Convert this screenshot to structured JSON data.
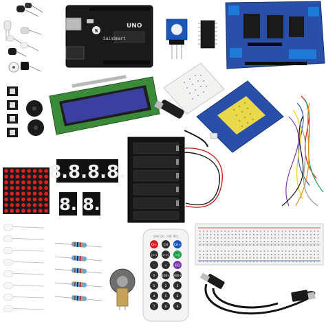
{
  "image": {
    "subject": "Arduino starter kit components on white background",
    "components": [
      {
        "name": "LEDs and sensors",
        "kind": "loose-components"
      },
      {
        "name": "Arduino UNO board",
        "kind": "microcontroller"
      },
      {
        "name": "RGB LED module",
        "kind": "module"
      },
      {
        "name": "IC chip",
        "kind": "chip"
      },
      {
        "name": "Motor driver shield",
        "kind": "shield"
      },
      {
        "name": "Push buttons",
        "kind": "switches"
      },
      {
        "name": "Buzzers",
        "kind": "audio"
      },
      {
        "name": "1602 LCD display",
        "kind": "display"
      },
      {
        "name": "Mini breadboard",
        "kind": "breadboard"
      },
      {
        "name": "Prototype shield",
        "kind": "shield"
      },
      {
        "name": "Battery holder with DC plug",
        "kind": "power"
      },
      {
        "name": "Jumper wires",
        "kind": "wires"
      },
      {
        "name": "8x8 LED dot matrix",
        "kind": "display"
      },
      {
        "name": "4-digit 7-segment display",
        "kind": "display"
      },
      {
        "name": "Single 7-segment displays",
        "kind": "display"
      },
      {
        "name": "Large breadboard",
        "kind": "breadboard"
      },
      {
        "name": "LED bundle",
        "kind": "loose-components"
      },
      {
        "name": "Resistors",
        "kind": "passive"
      },
      {
        "name": "Potentiometer",
        "kind": "passive"
      },
      {
        "name": "IR remote control",
        "kind": "controller"
      },
      {
        "name": "USB cable",
        "kind": "cable"
      }
    ]
  },
  "labels": {
    "arduino_brand": "SainSmart",
    "arduino_model": "UNO",
    "remote_brand": "SPECIAL FOR MP3",
    "seg_digits": "8.8.8.8.",
    "seg_single_1": "8.",
    "seg_single_2": "8.",
    "remote_keys": [
      "CH-",
      "CH",
      "CH+",
      "|<<",
      ">>|",
      ">||",
      "-",
      "+",
      "EQ",
      "0",
      "100+",
      "200+",
      "1",
      "2",
      "3",
      "4",
      "5",
      "6",
      "7",
      "8",
      "9"
    ]
  },
  "colors": {
    "pcb_blue": "#2a4fa8",
    "pcb_black": "#1a1a1a",
    "lcd_green": "#3a8a3a",
    "lcd_screen": "#3b3fa0",
    "breadboard": "#f2f2f0",
    "led_red": "#e02020",
    "resistor_blue": "#6aa5d8"
  }
}
